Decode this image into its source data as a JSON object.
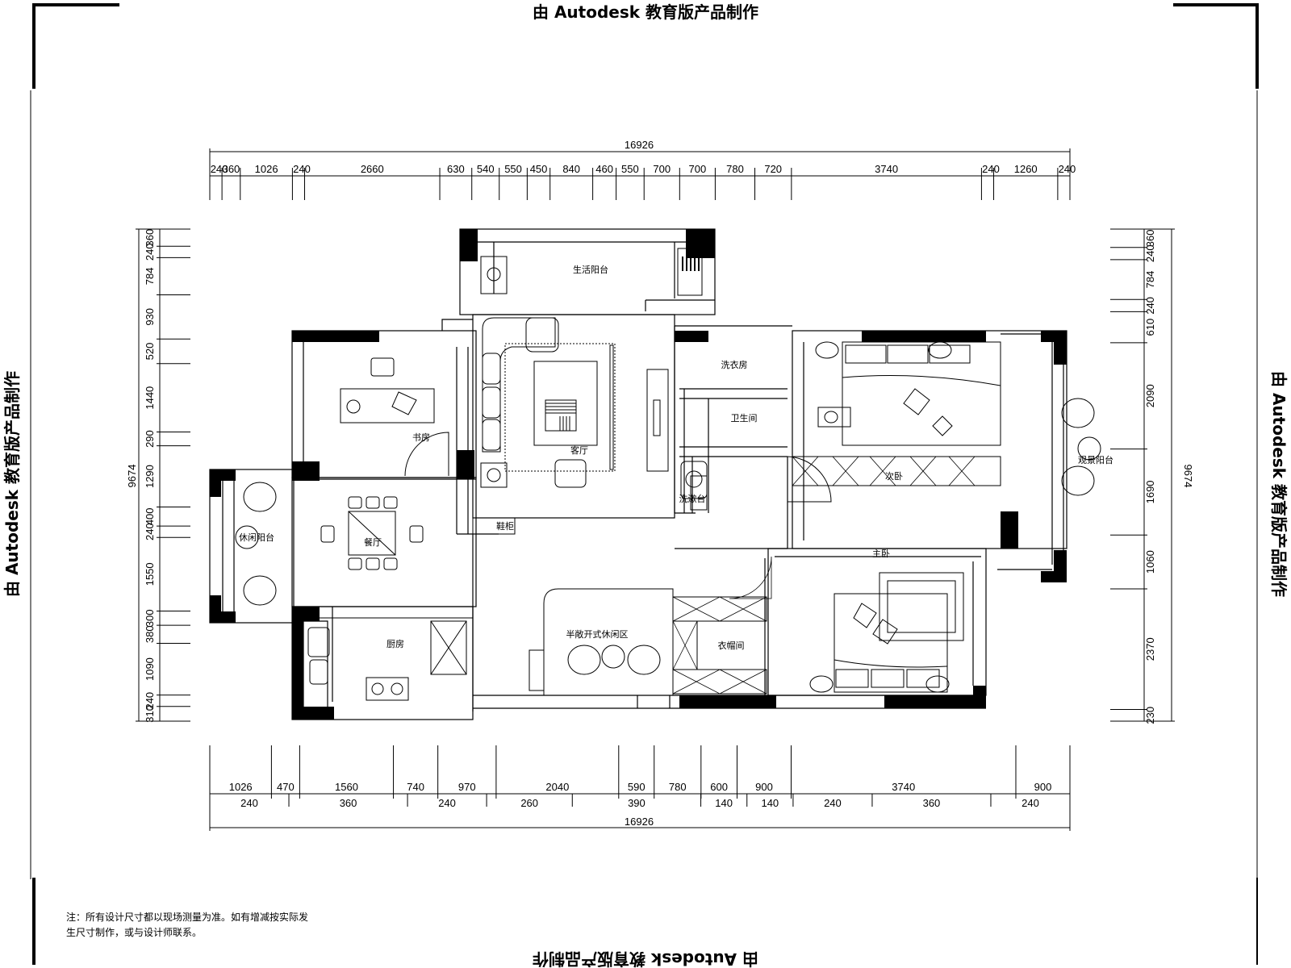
{
  "watermark": {
    "top": "由 Autodesk 教育版产品制作",
    "bottom": "由 Autodesk 教育版产品制作",
    "left": "由 Autodesk 教育版产品制作",
    "right": "由 Autodesk 教育版产品制作"
  },
  "dimensions": {
    "total_width": "16926",
    "total_height": "9674",
    "top_segments": [
      "240",
      "360",
      "1026",
      "240",
      "2660",
      "630",
      "540",
      "550",
      "450",
      "840",
      "460",
      "550",
      "700",
      "700",
      "780",
      "720",
      "3740",
      "240",
      "1260",
      "240"
    ],
    "bottom_segments_row1": [
      "1026",
      "470",
      "1560",
      "740",
      "970",
      "2040",
      "590",
      "780",
      "600",
      "900",
      "3740",
      "900"
    ],
    "bottom_segments_row2": [
      "240",
      "360",
      "240",
      "260",
      "390",
      "140",
      "140",
      "240",
      "360",
      "240"
    ],
    "left_segments": [
      "360",
      "240",
      "784",
      "930",
      "520",
      "1440",
      "290",
      "1290",
      "400",
      "240",
      "1550",
      "300",
      "380",
      "1090",
      "240",
      "310"
    ],
    "right_segments": [
      "360",
      "240",
      "784",
      "240",
      "610",
      "2090",
      "1690",
      "1060",
      "2370",
      "230"
    ]
  },
  "rooms": {
    "living_balcony": "生活阳台",
    "study": "书房",
    "living_room": "客厅",
    "laundry": "洗衣房",
    "bathroom": "卫生间",
    "second_bedroom": "次卧",
    "view_balcony": "观景阳台",
    "leisure_balcony": "休闲阳台",
    "dining": "餐厅",
    "shoe_cabinet": "鞋柜",
    "wash_area": "洗漱台",
    "kitchen": "厨房",
    "open_lounge": "半敞开式休闲区",
    "cloakroom": "衣帽间",
    "master_bedroom": "主卧"
  },
  "note": {
    "line1": "注：所有设计尺寸都以现场测量为准。如有增减按实际发",
    "line2": "生尺寸制作，或与设计师联系。"
  }
}
